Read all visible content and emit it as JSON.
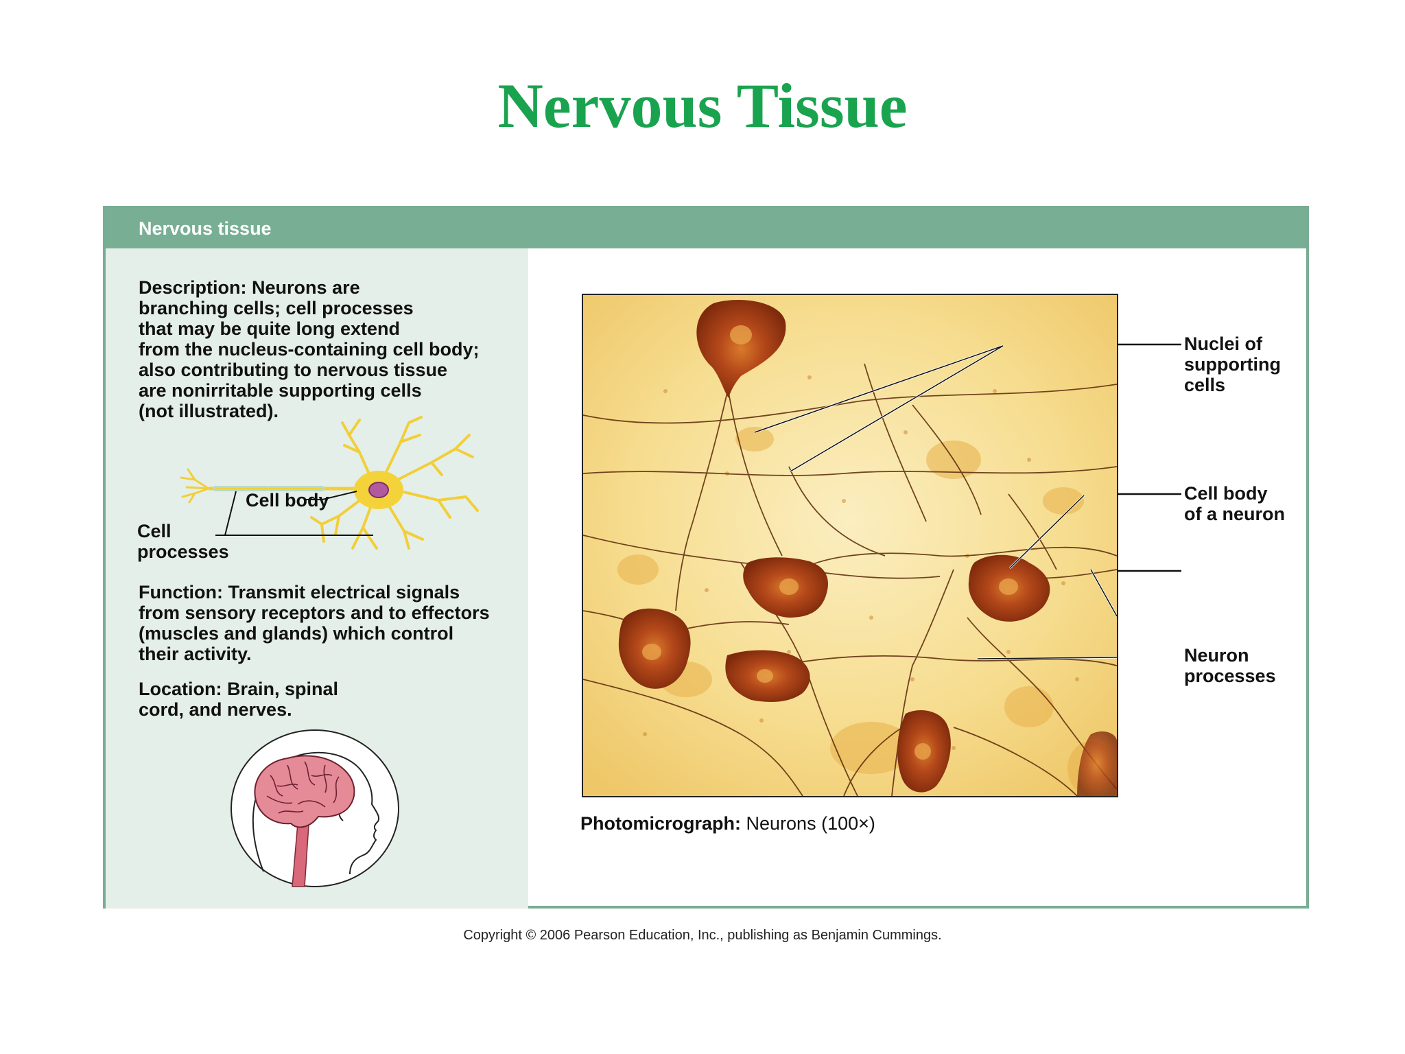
{
  "title": "Nervous Tissue",
  "panel": {
    "header": "Nervous tissue",
    "description": {
      "lead": "Description:",
      "lines": [
        "Neurons are",
        "branching cells; cell processes",
        "that may be quite long extend",
        "from the nucleus-containing cell body;",
        "also contributing to nervous tissue",
        "are nonirritable supporting cells",
        "(not illustrated)."
      ]
    },
    "neuron_diagram": {
      "cell_body_label": "Cell body",
      "cell_processes_label": [
        "Cell",
        "processes"
      ]
    },
    "function": {
      "lead": "Function:",
      "lines": [
        "Transmit electrical signals",
        "from sensory receptors and to effectors",
        "(muscles and glands) which control",
        "their activity."
      ]
    },
    "location": {
      "lead": "Location:",
      "lines": [
        "Brain, spinal",
        "cord, and nerves."
      ]
    },
    "photomicrograph": {
      "caption_lead": "Photomicrograph:",
      "caption_text": "Neurons (100×)",
      "callouts": {
        "nuclei": [
          "Nuclei of",
          "supporting",
          "cells"
        ],
        "cell_body": [
          "Cell body",
          "of a neuron"
        ],
        "processes": [
          "Neuron",
          "processes"
        ]
      }
    }
  },
  "copyright": "Copyright © 2006 Pearson Education, Inc., publishing as Benjamin Cummings.",
  "colors": {
    "title_green": "#1aa34f",
    "header_green": "#78af94",
    "left_panel_bg": "#e5efe9",
    "neuron_yellow": "#f4d23a",
    "stain_brown": "#9a3a10"
  }
}
